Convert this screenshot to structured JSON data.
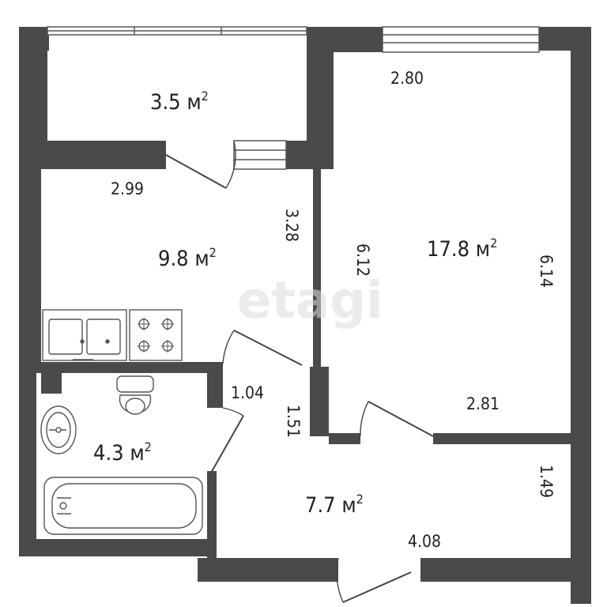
{
  "watermark": "etagi",
  "rooms": {
    "balcony_area": "3.5 м",
    "kitchen_area": "9.8 м",
    "living_area": "17.8 м",
    "bathroom_area": "4.3 м",
    "hall_area": "7.7 м",
    "area_superscript": "2"
  },
  "dimensions": {
    "living_top": "2.80",
    "kitchen_top": "2.99",
    "kitchen_right": "3.28",
    "living_left": "6.12",
    "living_right": "6.14",
    "living_bottom": "2.81",
    "corridor_top": "1.04",
    "corridor_side": "1.51",
    "hall_right": "1.49",
    "hall_bottom": "4.08"
  },
  "colors": {
    "wall": "#4a4a4a",
    "line": "#444444",
    "background": "#ffffff"
  }
}
